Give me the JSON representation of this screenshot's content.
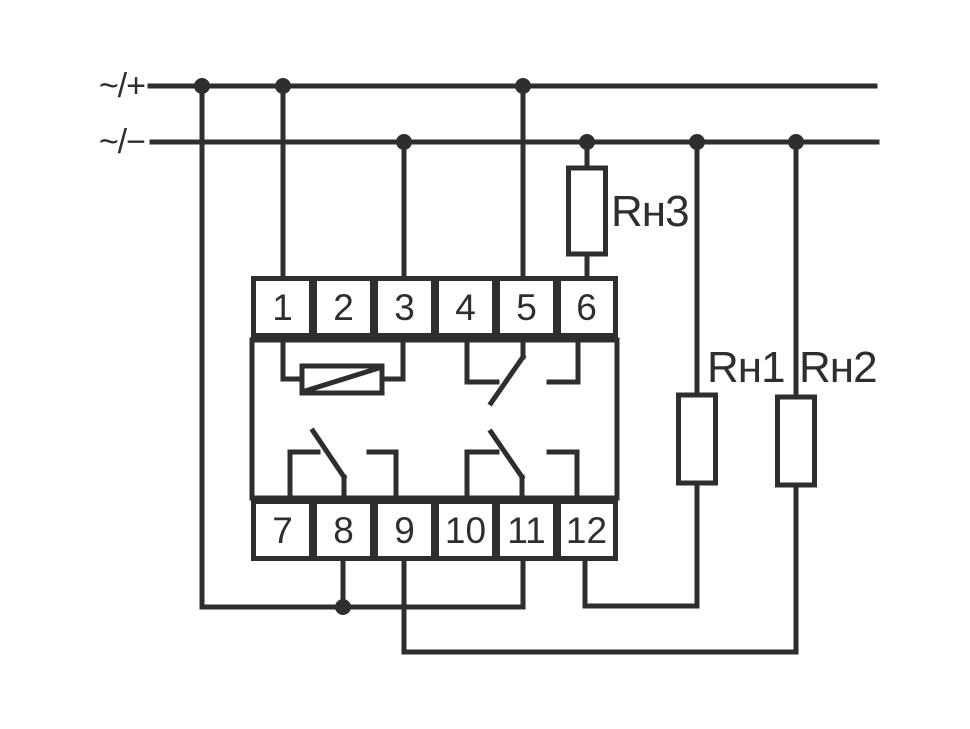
{
  "diagram_type": "relay-wiring-schematic",
  "rails": {
    "positive_label": "~/+",
    "negative_label": "~/−"
  },
  "terminals": {
    "top": [
      "1",
      "2",
      "3",
      "4",
      "5",
      "6"
    ],
    "bottom": [
      "7",
      "8",
      "9",
      "10",
      "11",
      "12"
    ]
  },
  "loads": {
    "load1_label": "Rн1",
    "load2_label": "Rн2",
    "load3_label": "Rн3"
  },
  "symbols": {
    "coil": "relay-coil-between-terminals-1-and-3",
    "contact_top": "changeover-contact-terminals-4-5-6",
    "contact_bottom_left": "changeover-contact-terminals-7-8-9",
    "contact_bottom_right": "changeover-contact-terminals-10-11-12"
  },
  "colors": {
    "line": "#2e2e2e",
    "background": "#ffffff"
  }
}
